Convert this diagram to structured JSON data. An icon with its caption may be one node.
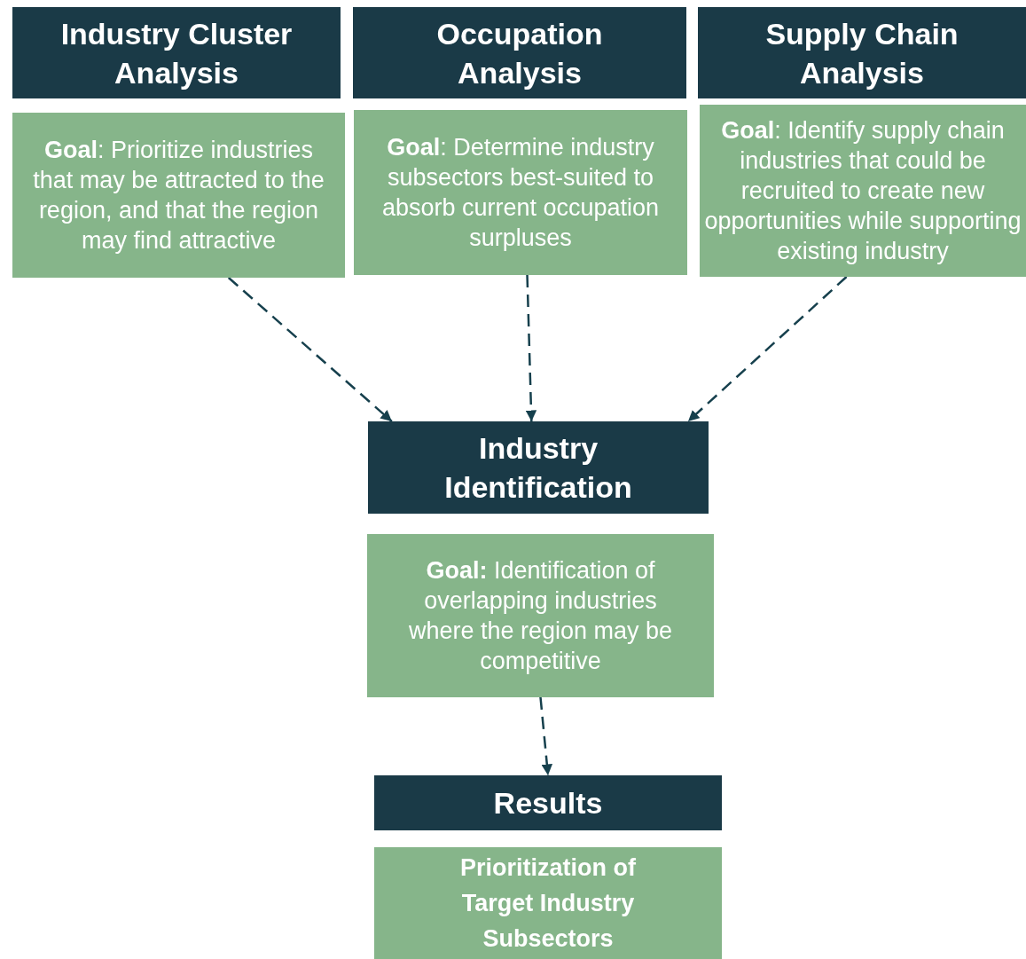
{
  "diagram": {
    "nodes": [
      {
        "text": [
          "Industry Cluster Analysis"
        ]
      },
      {
        "text": [
          "**Goal**: Prioritize industries that may be attracted to the region, and that the region may find attractive"
        ]
      },
      {
        "text": [
          "Occupation Analysis"
        ]
      },
      {
        "text": [
          "**Goal**: Determine industry subsectors best-suited to absorb current occupation surpluses"
        ]
      },
      {
        "text": [
          "Supply Chain Analysis"
        ]
      },
      {
        "text": [
          "**Goal**: Identify supply chain industries that could be recruited to create new opportunities while supporting existing industry"
        ]
      },
      {
        "text": [
          "Industry Identification"
        ]
      },
      {
        "text": [
          "**Goal:** Identification of overlapping industries where the region may be competitive"
        ]
      },
      {
        "text": [
          "Results"
        ]
      },
      {
        "text": [
          "Prioritization of Target Industry Subsectors"
        ]
      }
    ],
    "edges": [
      {
        "from": 1,
        "to": 6,
        "arrow": "to",
        "style": "dashed"
      },
      {
        "from": 3,
        "to": 6,
        "arrow": "to",
        "style": "dashed"
      },
      {
        "from": 5,
        "to": 6,
        "arrow": "to",
        "style": "dashed"
      },
      {
        "from": 7,
        "to": 8,
        "arrow": "to",
        "style": "dashed"
      }
    ]
  }
}
